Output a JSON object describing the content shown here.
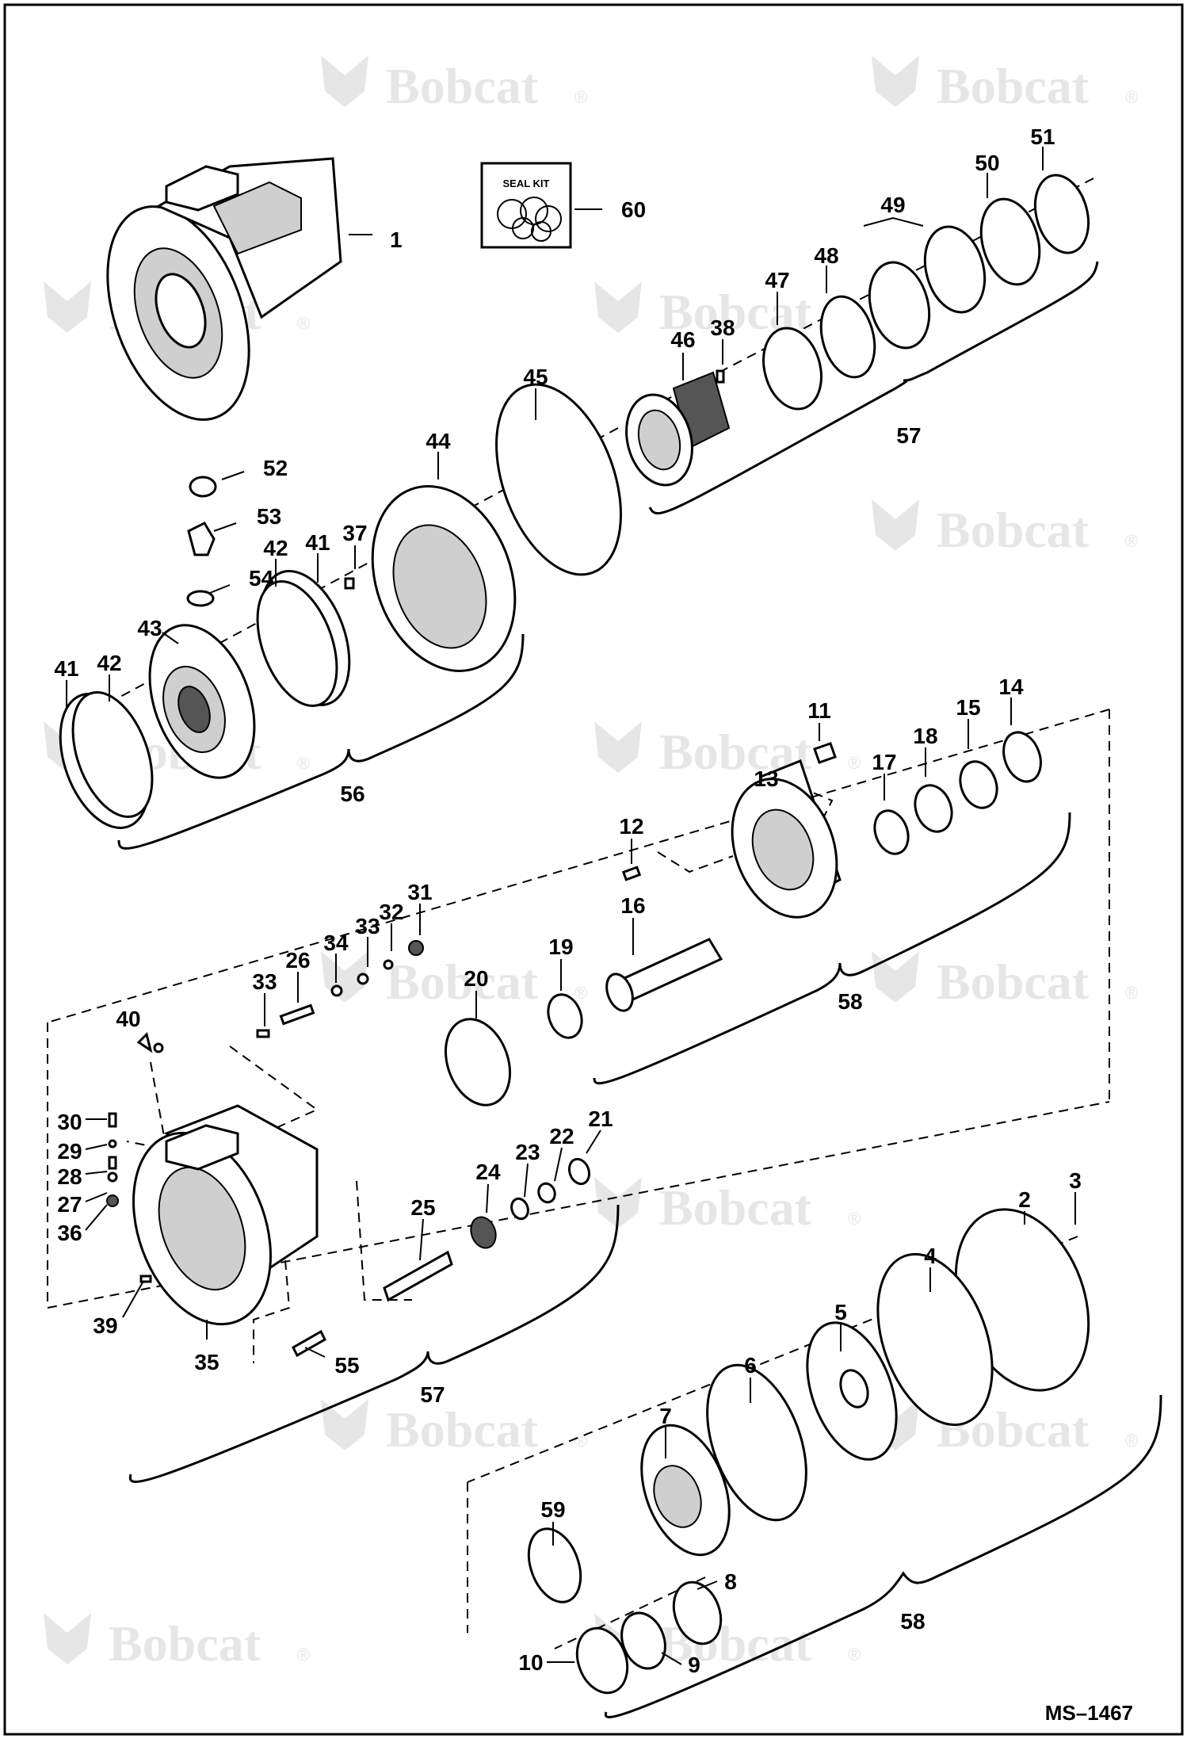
{
  "watermark": {
    "brand": "Bobcat",
    "registered": "®"
  },
  "drawing_code": "MS–1467",
  "seal_kit": {
    "title": "SEAL KIT"
  },
  "callouts": [
    {
      "id": "c1",
      "text": "1"
    },
    {
      "id": "c60",
      "text": "60"
    },
    {
      "id": "c51",
      "text": "51"
    },
    {
      "id": "c50",
      "text": "50"
    },
    {
      "id": "c49",
      "text": "49"
    },
    {
      "id": "c48",
      "text": "48"
    },
    {
      "id": "c47",
      "text": "47"
    },
    {
      "id": "c38",
      "text": "38"
    },
    {
      "id": "c46",
      "text": "46"
    },
    {
      "id": "c45",
      "text": "45"
    },
    {
      "id": "c57a",
      "text": "57"
    },
    {
      "id": "c44",
      "text": "44"
    },
    {
      "id": "c52",
      "text": "52"
    },
    {
      "id": "c53",
      "text": "53"
    },
    {
      "id": "c42a",
      "text": "42"
    },
    {
      "id": "c41a",
      "text": "41"
    },
    {
      "id": "c37",
      "text": "37"
    },
    {
      "id": "c54",
      "text": "54"
    },
    {
      "id": "c43",
      "text": "43"
    },
    {
      "id": "c41b",
      "text": "41"
    },
    {
      "id": "c42b",
      "text": "42"
    },
    {
      "id": "c56",
      "text": "56"
    },
    {
      "id": "c11",
      "text": "11"
    },
    {
      "id": "c17",
      "text": "17"
    },
    {
      "id": "c18",
      "text": "18"
    },
    {
      "id": "c15",
      "text": "15"
    },
    {
      "id": "c14",
      "text": "14"
    },
    {
      "id": "c13",
      "text": "13"
    },
    {
      "id": "c12",
      "text": "12"
    },
    {
      "id": "c16",
      "text": "16"
    },
    {
      "id": "c31",
      "text": "31"
    },
    {
      "id": "c33a",
      "text": "33"
    },
    {
      "id": "c32",
      "text": "32"
    },
    {
      "id": "c34",
      "text": "34"
    },
    {
      "id": "c26",
      "text": "26"
    },
    {
      "id": "c33b",
      "text": "33"
    },
    {
      "id": "c19",
      "text": "19"
    },
    {
      "id": "c20",
      "text": "20"
    },
    {
      "id": "c58a",
      "text": "58"
    },
    {
      "id": "c40",
      "text": "40"
    },
    {
      "id": "c30",
      "text": "30"
    },
    {
      "id": "c29",
      "text": "29"
    },
    {
      "id": "c28",
      "text": "28"
    },
    {
      "id": "c27",
      "text": "27"
    },
    {
      "id": "c36",
      "text": "36"
    },
    {
      "id": "c22",
      "text": "22"
    },
    {
      "id": "c21",
      "text": "21"
    },
    {
      "id": "c23",
      "text": "23"
    },
    {
      "id": "c24",
      "text": "24"
    },
    {
      "id": "c25",
      "text": "25"
    },
    {
      "id": "c3",
      "text": "3"
    },
    {
      "id": "c2",
      "text": "2"
    },
    {
      "id": "c4",
      "text": "4"
    },
    {
      "id": "c39",
      "text": "39"
    },
    {
      "id": "c35",
      "text": "35"
    },
    {
      "id": "c55",
      "text": "55"
    },
    {
      "id": "c57b",
      "text": "57"
    },
    {
      "id": "c5",
      "text": "5"
    },
    {
      "id": "c6",
      "text": "6"
    },
    {
      "id": "c7",
      "text": "7"
    },
    {
      "id": "c59",
      "text": "59"
    },
    {
      "id": "c8",
      "text": "8"
    },
    {
      "id": "c58b",
      "text": "58"
    },
    {
      "id": "c10",
      "text": "10"
    },
    {
      "id": "c9",
      "text": "9"
    }
  ]
}
